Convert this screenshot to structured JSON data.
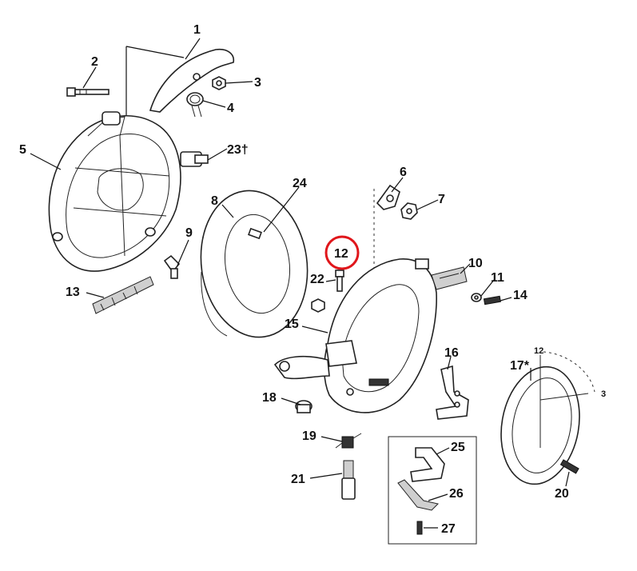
{
  "callouts": [
    {
      "id": "1",
      "label": "1"
    },
    {
      "id": "2",
      "label": "2"
    },
    {
      "id": "3",
      "label": "3"
    },
    {
      "id": "4",
      "label": "4"
    },
    {
      "id": "5",
      "label": "5"
    },
    {
      "id": "6",
      "label": "6"
    },
    {
      "id": "7",
      "label": "7"
    },
    {
      "id": "8",
      "label": "8"
    },
    {
      "id": "9",
      "label": "9"
    },
    {
      "id": "10",
      "label": "10"
    },
    {
      "id": "11",
      "label": "11"
    },
    {
      "id": "12",
      "label": "12"
    },
    {
      "id": "13",
      "label": "13"
    },
    {
      "id": "14",
      "label": "14"
    },
    {
      "id": "15",
      "label": "15"
    },
    {
      "id": "16",
      "label": "16"
    },
    {
      "id": "17",
      "label": "17*"
    },
    {
      "id": "18",
      "label": "18"
    },
    {
      "id": "19",
      "label": "19"
    },
    {
      "id": "20",
      "label": "20"
    },
    {
      "id": "21",
      "label": "21"
    },
    {
      "id": "22",
      "label": "22"
    },
    {
      "id": "23",
      "label": "23†"
    },
    {
      "id": "24",
      "label": "24"
    },
    {
      "id": "25",
      "label": "25"
    },
    {
      "id": "26",
      "label": "26"
    },
    {
      "id": "27",
      "label": "27"
    }
  ],
  "highlight": {
    "callout": "12",
    "color": "#e0161b"
  },
  "dial_marks": {
    "top": "12",
    "right": "3"
  }
}
